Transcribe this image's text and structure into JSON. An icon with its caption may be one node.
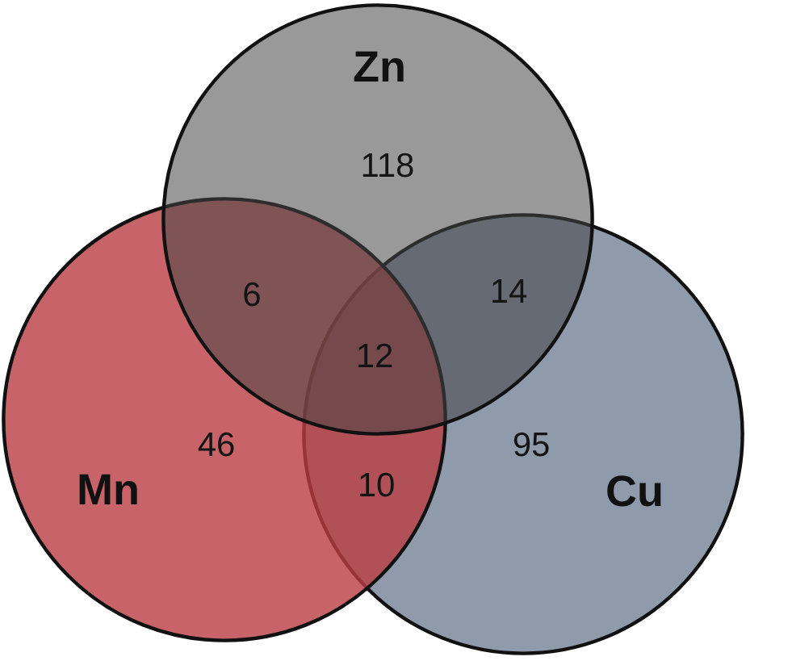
{
  "diagram": {
    "nodes": [
      {
        "text": [
          "Zn"
        ]
      },
      {
        "text": [
          "Mn"
        ]
      },
      {
        "text": [
          "Cu"
        ]
      }
    ],
    "labels": [
      "118",
      "6",
      "14",
      "12",
      "46",
      "95",
      "10"
    ]
  }
}
